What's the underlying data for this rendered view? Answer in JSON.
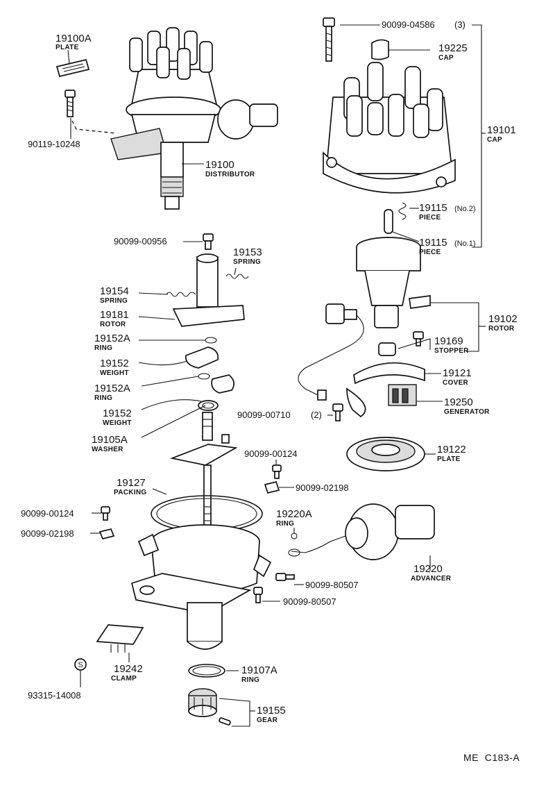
{
  "diagram_code": "ME  C183-A",
  "s_mark": "S",
  "parts": {
    "plate_19100a": {
      "number": "19100A",
      "name": "PLATE"
    },
    "bolt_90119": {
      "number": "90119-10248"
    },
    "distributor": {
      "number": "19100",
      "name": "DISTRIBUTOR"
    },
    "screw_04586": {
      "number": "90099-04586",
      "qty": "(3)"
    },
    "cap_19225": {
      "number": "19225",
      "name": "CAP"
    },
    "cap_19101": {
      "number": "19101",
      "name": "CAP"
    },
    "piece_no2": {
      "number": "19115",
      "sub": "(No.2)",
      "name": "PIECE"
    },
    "piece_no1": {
      "number": "19115",
      "sub": "(No.1)",
      "name": "PIECE"
    },
    "screw_00956": {
      "number": "90099-00956"
    },
    "spring_19153": {
      "number": "19153",
      "name": "SPRING"
    },
    "spring_19154": {
      "number": "19154",
      "name": "SPRING"
    },
    "rotor_19181": {
      "number": "19181",
      "name": "ROTOR"
    },
    "ring_19152a_1": {
      "number": "19152A",
      "name": "RING"
    },
    "weight_19152_1": {
      "number": "19152",
      "name": "WEIGHT"
    },
    "ring_19152a_2": {
      "number": "19152A",
      "name": "RING"
    },
    "weight_19152_2": {
      "number": "19152",
      "name": "WEIGHT"
    },
    "washer_19105a": {
      "number": "19105A",
      "name": "WASHER"
    },
    "rotor_19102": {
      "number": "19102",
      "name": "ROTOR"
    },
    "stopper_19169": {
      "number": "19169",
      "name": "STOPPER"
    },
    "cover_19121": {
      "number": "19121",
      "name": "COVER"
    },
    "generator_19250": {
      "number": "19250",
      "name": "GENERATOR"
    },
    "screw_00710": {
      "number": "90099-00710",
      "qty": "(2)"
    },
    "plate_19122": {
      "number": "19122",
      "name": "PLATE"
    },
    "screw_00124_a": {
      "number": "90099-00124"
    },
    "clip_02198_a": {
      "number": "90099-02198"
    },
    "packing_19127": {
      "number": "19127",
      "name": "PACKING"
    },
    "screw_00124_b": {
      "number": "90099-00124"
    },
    "clip_02198_b": {
      "number": "90099-02198"
    },
    "ring_19220a": {
      "number": "19220A",
      "name": "RING"
    },
    "advancer_19220": {
      "number": "19220",
      "name": "ADVANCER"
    },
    "screw_80507_a": {
      "number": "90099-80507"
    },
    "screw_80507_b": {
      "number": "90099-80507"
    },
    "clamp_19242": {
      "number": "19242",
      "name": "CLAMP"
    },
    "bolt_93315": {
      "number": "93315-14008"
    },
    "ring_19107a": {
      "number": "19107A",
      "name": "RING"
    },
    "gear_19155": {
      "number": "19155",
      "name": "GEAR"
    }
  }
}
